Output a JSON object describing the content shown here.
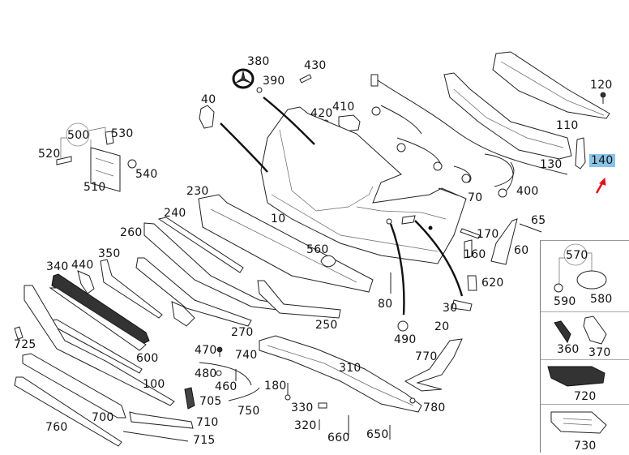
{
  "diagram": {
    "title": "Front bumper exploded parts diagram",
    "highlight_color": "#89c4e6",
    "arrow_color": "#e0141b",
    "highlighted_part": "140",
    "labels": {
      "p10": "10",
      "p20": "20",
      "p30": "30",
      "p40": "40",
      "p60": "60",
      "p65": "65",
      "p70": "70",
      "p80": "80",
      "p100": "100",
      "p110": "110",
      "p120": "120",
      "p130": "130",
      "p140": "140",
      "p160": "160",
      "p170": "170",
      "p180": "180",
      "p230": "230",
      "p240": "240",
      "p250": "250",
      "p260": "260",
      "p270": "270",
      "p310": "310",
      "p320": "320",
      "p330": "330",
      "p340": "340",
      "p350": "350",
      "p360": "360",
      "p370": "370",
      "p380": "380",
      "p390": "390",
      "p400": "400",
      "p410": "410",
      "p420": "420",
      "p430": "430",
      "p440": "440",
      "p460": "460",
      "p470": "470",
      "p480": "480",
      "p490": "490",
      "p500": "500",
      "p510": "510",
      "p520": "520",
      "p530": "530",
      "p540": "540",
      "p560": "560",
      "p570": "570",
      "p580": "580",
      "p590": "590",
      "p600": "600",
      "p620": "620",
      "p650": "650",
      "p660": "660",
      "p700": "700",
      "p705": "705",
      "p710": "710",
      "p715": "715",
      "p720": "720",
      "p725": "725",
      "p730": "730",
      "p740": "740",
      "p750": "750",
      "p760": "760",
      "p770": "770",
      "p780": "780"
    }
  }
}
